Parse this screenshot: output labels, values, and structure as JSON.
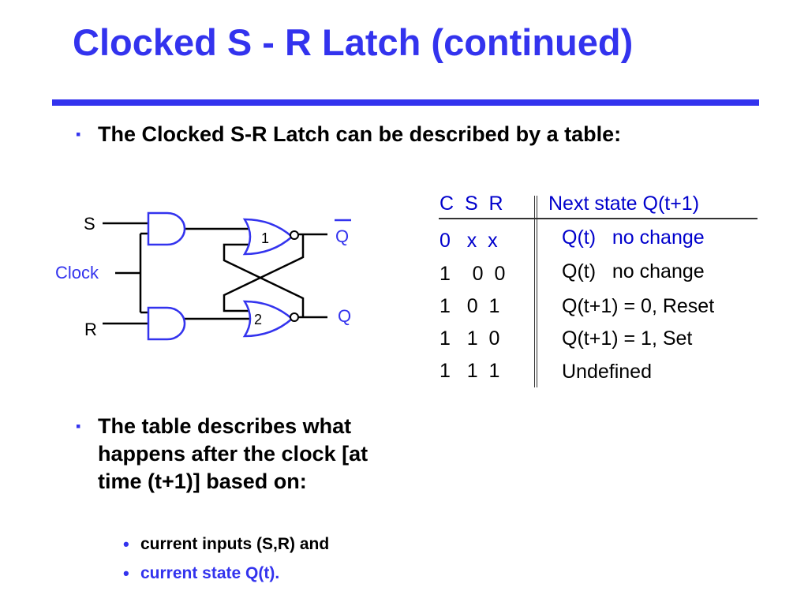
{
  "slide": {
    "title": "Clocked S - R Latch (continued)",
    "bullet1": "The Clocked S-R Latch can be described by a table:",
    "bullet2": "The table describes what happens after the clock [at time (t+1)] based on:",
    "sub1": "current inputs (S,R) and",
    "sub2": "current state Q(t).",
    "bullet_marker": "▪",
    "sub_marker": "•"
  },
  "circuit": {
    "label_s": "S",
    "label_clock": "Clock",
    "label_r": "R",
    "gate1": "1",
    "gate2": "2",
    "out_qbar": "Q",
    "out_q": "Q",
    "colors": {
      "wire": "#000000",
      "blue": "#3333ee"
    }
  },
  "table": {
    "header_inputs": "C  S  R",
    "header_next": "Next state Q(t+1)",
    "rows": [
      {
        "inputs": "0   x  x",
        "next": "Q(t)   no change"
      },
      {
        "inputs": "1    0  0",
        "next": "Q(t)   no change"
      },
      {
        "inputs": "1   0  1",
        "next": "Q(t+1) = 0, Reset"
      },
      {
        "inputs": "1   1  0",
        "next": "Q(t+1) = 1, Set"
      },
      {
        "inputs": "1   1  1",
        "next": "Undefined"
      }
    ]
  }
}
